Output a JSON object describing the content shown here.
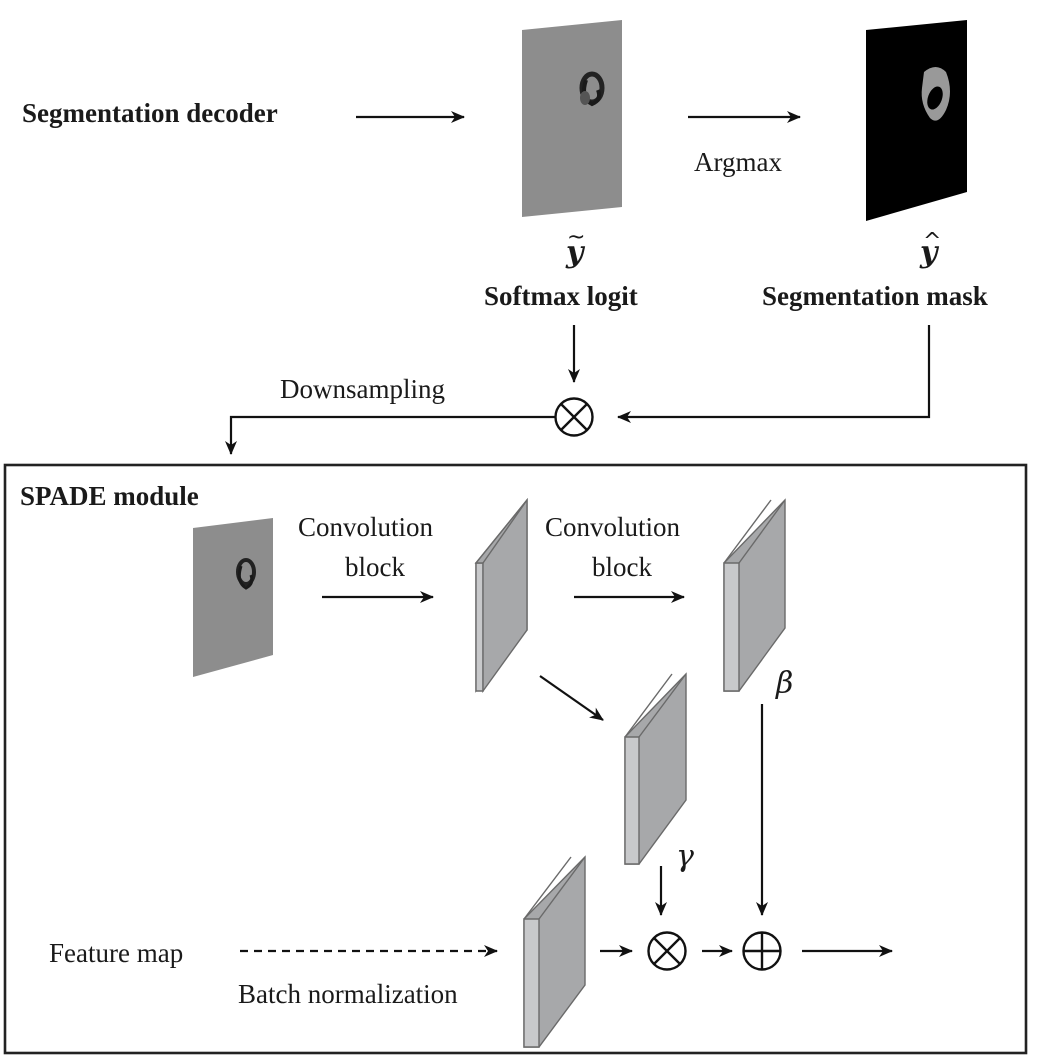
{
  "labels": {
    "segmentation_decoder": "Segmentation decoder",
    "argmax": "Argmax",
    "y_tilde": "y",
    "softmax_logit": "Softmax logit",
    "y_hat": "y",
    "segmentation_mask": "Segmentation mask",
    "downsampling": "Downsampling",
    "spade_module": "SPADE module",
    "conv_block_1_line1": "Convolution",
    "conv_block_1_line2": "block",
    "conv_block_2_line1": "Convolution",
    "conv_block_2_line2": "block",
    "beta": "β",
    "gamma": "γ",
    "feature_map": "Feature map",
    "batch_normalization": "Batch normalization"
  },
  "symbols": {
    "tilde": "~",
    "hat": "^",
    "multiply": "⊗",
    "add": "⊕"
  },
  "colors": {
    "logit_gray": "#8d8d8d",
    "mask_black": "#000000",
    "mask_region": "#999999",
    "block_face": "#a7a8aa",
    "block_side": "#c8c9cb"
  }
}
